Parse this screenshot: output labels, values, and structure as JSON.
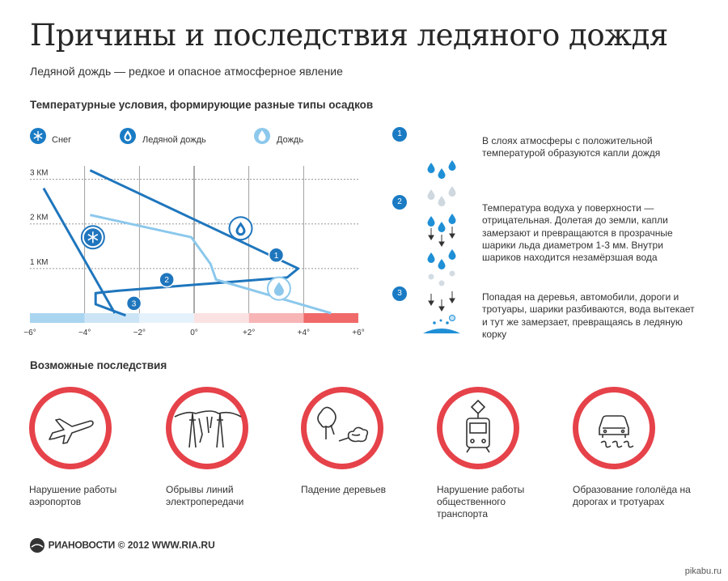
{
  "title": "Причины и последствия ледяного дождя",
  "subtitle": "Ледяной дождь — редкое и опасное атмосферное явление",
  "section1_title": "Температурные условия, формирующие разные типы осадков",
  "section2_title": "Возможные последствия",
  "legend": [
    {
      "label": "Снег",
      "icon": "snowflake-icon"
    },
    {
      "label": "Ледяной дождь",
      "icon": "ice-drop-icon"
    },
    {
      "label": "Дождь",
      "icon": "rain-drop-icon"
    }
  ],
  "chart_data": {
    "type": "line",
    "x_ticks": [
      "−6°",
      "−4°",
      "−2°",
      "0°",
      "+2°",
      "+4°",
      "+6°"
    ],
    "y_ticks": [
      "1 КМ",
      "2 КМ",
      "3 КМ"
    ],
    "xlim": [
      -6,
      6
    ],
    "ylim": [
      0,
      3.3
    ],
    "band_colors": [
      "#aad5f0",
      "#cce5f6",
      "#e6f2fb",
      "#fbe2e2",
      "#f7b5b5",
      "#f06a6a"
    ],
    "series": [
      {
        "label": "1",
        "color": "#1f76bd",
        "points": [
          [
            -3.8,
            3.2
          ],
          [
            3.8,
            1.0
          ],
          [
            3.4,
            0.8
          ],
          [
            -2.8,
            0.5
          ],
          [
            -3.6,
            0.45
          ],
          [
            -3.6,
            0.2
          ],
          [
            -2.5,
            -0.05
          ]
        ]
      },
      {
        "label": "2",
        "color": "#1f76bd",
        "points": [
          [
            -5.5,
            2.8
          ],
          [
            -2.9,
            0.0
          ]
        ]
      },
      {
        "label": "3",
        "color": "#8cc8ec",
        "points": [
          [
            -3.8,
            2.2
          ],
          [
            -0.1,
            1.7
          ],
          [
            0.6,
            1.1
          ],
          [
            0.8,
            0.75
          ],
          [
            5.0,
            0.0
          ]
        ]
      }
    ],
    "markers": [
      {
        "type": "snowflake-icon",
        "x": -3.7,
        "y": 1.7
      },
      {
        "type": "ice-drop-icon",
        "x": 1.7,
        "y": 1.9
      },
      {
        "type": "rain-drop-icon",
        "x": 3.1,
        "y": 0.55
      }
    ],
    "step_markers": [
      {
        "label": "1",
        "x": 3.0,
        "y": 1.3
      },
      {
        "label": "2",
        "x": -1.0,
        "y": 0.75
      },
      {
        "label": "3",
        "x": -2.2,
        "y": 0.22
      }
    ]
  },
  "steps": [
    {
      "num": "1",
      "text": "В слоях атмосферы с положительной температурой образуются капли дождя"
    },
    {
      "num": "2",
      "text": "Температура водуха у поверхности — отрицательная. Долетая до земли, капли замерзают и превращаются в прозрачные шарики льда диаметром 1-3 мм. Внутри шариков находится незамёрзшая вода"
    },
    {
      "num": "3",
      "text": "Попадая на деревья, автомобили, дороги и тротуары, шарики разбиваются, вода вытекает и тут же замерзает, превращаясь в ледяную корку"
    }
  ],
  "consequences": [
    {
      "label": "Нарушение работы аэропортов",
      "icon": "airplane-icon"
    },
    {
      "label": "Обрывы линий электропередачи",
      "icon": "power-line-icon"
    },
    {
      "label": "Падение деревьев",
      "icon": "fallen-tree-icon"
    },
    {
      "label": "Нарушение работы общественного транспорта",
      "icon": "tram-icon"
    },
    {
      "label": "Образование гололёда на дорогах и тротуарах",
      "icon": "slippery-car-icon"
    }
  ],
  "footer": {
    "brand": "РИАНОВОСТИ",
    "copy": "© 2012 WWW.RIA.RU"
  },
  "watermark": "pikabu.ru",
  "colors": {
    "accent": "#e6424a",
    "blue": "#1f76bd",
    "light_blue": "#8cc8ec"
  }
}
